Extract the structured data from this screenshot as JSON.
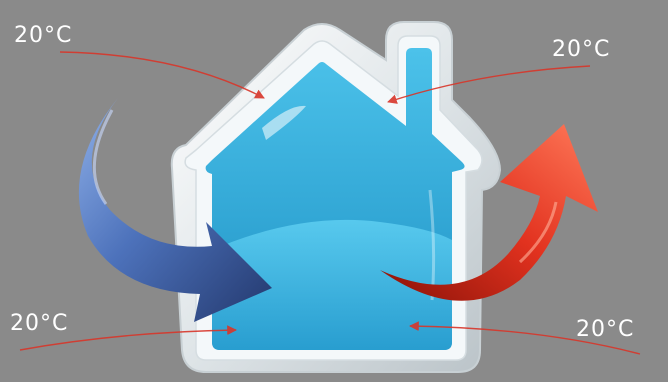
{
  "labels": {
    "top_left": "20°C",
    "top_right": "20°C",
    "bottom_left": "20°C",
    "bottom_right": "20°C"
  },
  "colors": {
    "background": "#8a8a8a",
    "house_fill": "#3fb2dc",
    "house_frame": "#e9eef0",
    "cold_arrow": "#4a6fb5",
    "hot_arrow": "#e2321f",
    "thin_arrow": "#d84a3a"
  }
}
